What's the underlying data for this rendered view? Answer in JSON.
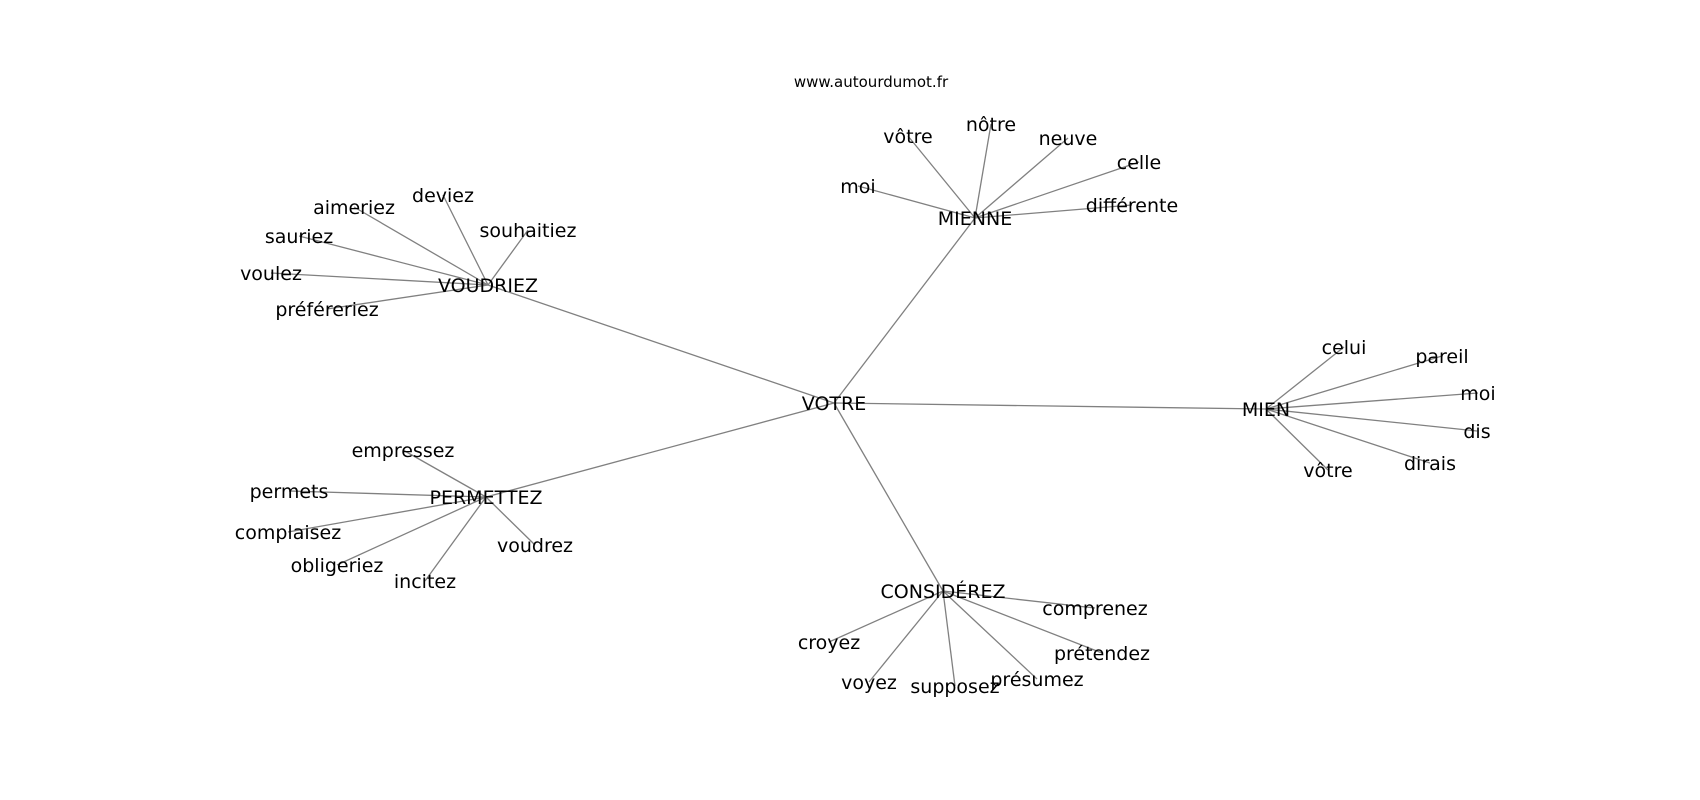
{
  "site_label": "www.autourdumot.fr",
  "graph": {
    "center": "VOTRE",
    "clusters": [
      {
        "hub": "MIENNE",
        "words": [
          "moi",
          "vôtre",
          "nôtre",
          "neuve",
          "celle",
          "différente"
        ]
      },
      {
        "hub": "VOUDRIEZ",
        "words": [
          "aimeriez",
          "deviez",
          "souhaitiez",
          "sauriez",
          "voulez",
          "préféreriez"
        ]
      },
      {
        "hub": "MIEN",
        "words": [
          "celui",
          "pareil",
          "moi",
          "dis",
          "dirais",
          "vôtre"
        ]
      },
      {
        "hub": "PERMETTEZ",
        "words": [
          "empressez",
          "permets",
          "complaisez",
          "obligeriez",
          "incitez",
          "voudrez"
        ]
      },
      {
        "hub": "CONSIDÉREZ",
        "words": [
          "comprenez",
          "prétendez",
          "présumez",
          "supposez",
          "voyez",
          "croyez"
        ]
      }
    ]
  }
}
